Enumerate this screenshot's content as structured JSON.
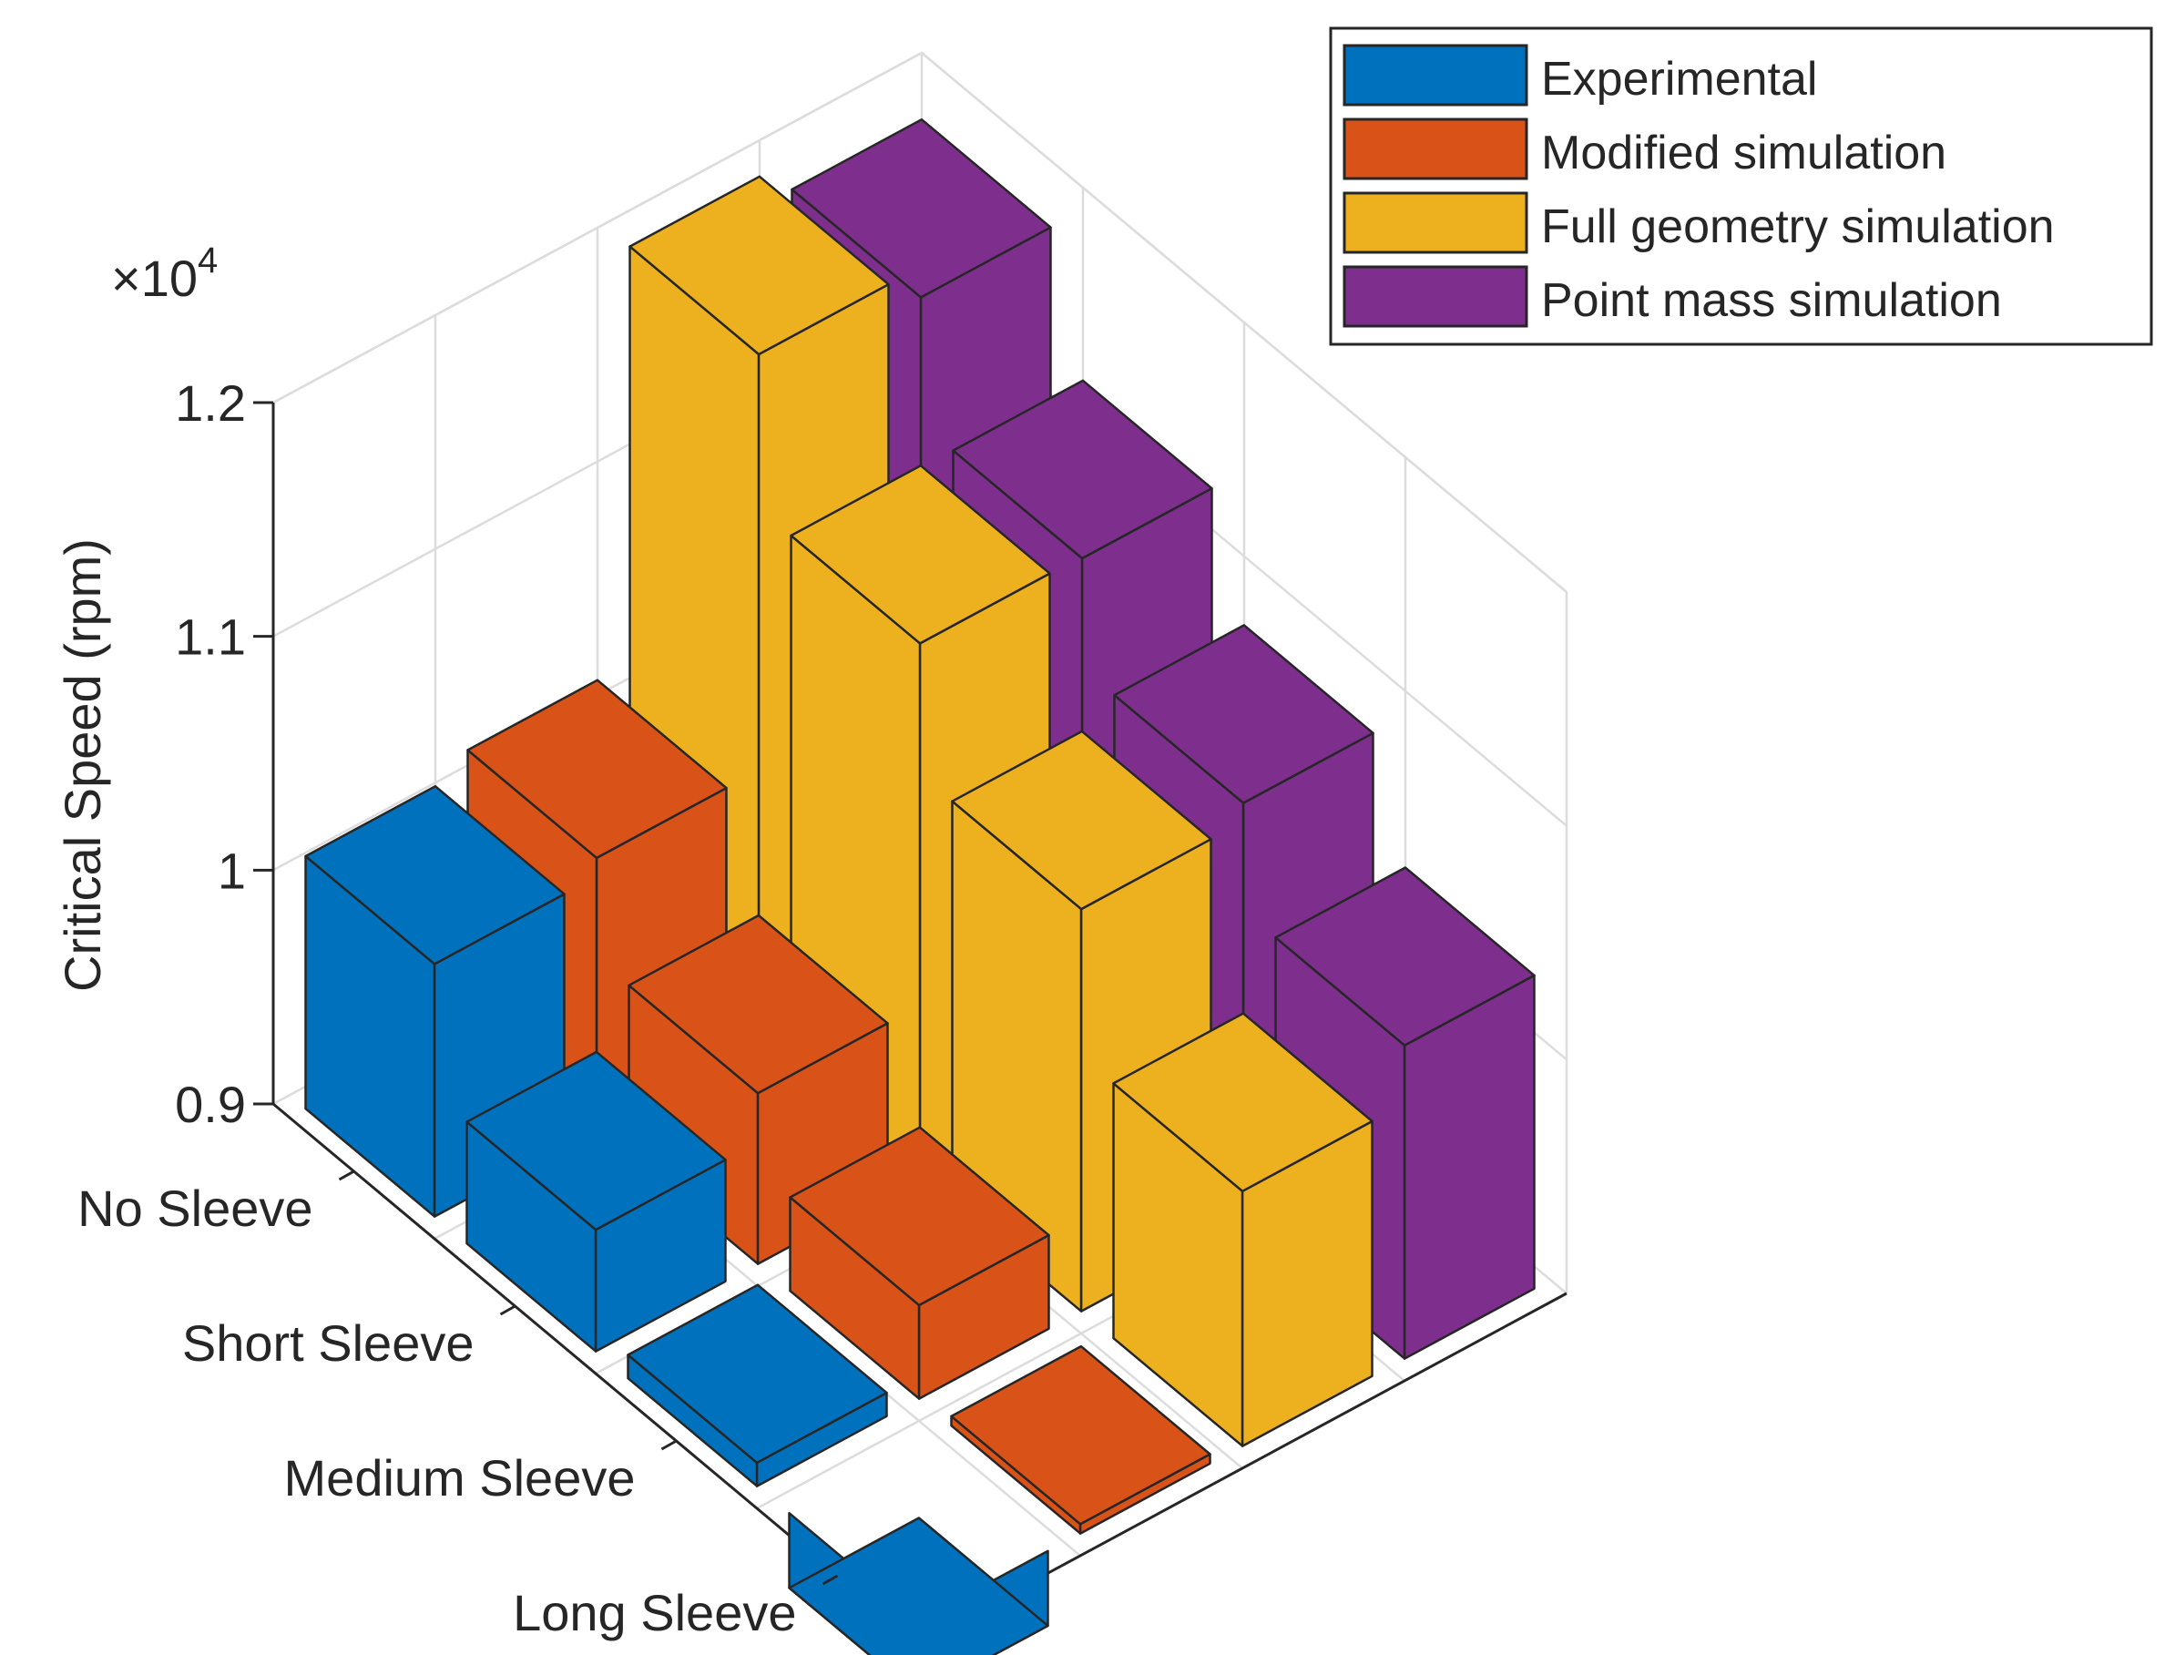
{
  "chart_data": {
    "type": "bar3",
    "ylabel": "Critical Speed (rpm)",
    "exponent_label": "×10",
    "exponent_power": "4",
    "categories": [
      "No Sleeve",
      "Short Sleeve",
      "Medium Sleeve",
      "Long Sleeve"
    ],
    "series": [
      {
        "name": "Experimental",
        "color": "#0072BD",
        "values": [
          10080,
          9520,
          9100,
          8680
        ]
      },
      {
        "name": "Modified simulation",
        "color": "#D95319",
        "values": [
          10160,
          9730,
          9400,
          9040
        ]
      },
      {
        "name": "Full geometry simulation",
        "color": "#EDB120",
        "values": [
          11940,
          11280,
          10720,
          10090
        ]
      },
      {
        "name": "Point mass simulation",
        "color": "#7E2F8E",
        "values": [
          11810,
          11270,
          10800,
          10340
        ]
      }
    ],
    "zlim": [
      9000,
      12000
    ],
    "zticks": [
      9000,
      10000,
      11000,
      12000
    ],
    "ztick_labels": [
      "0.9",
      "1",
      "1.1",
      "1.2"
    ],
    "grid": true,
    "legend": "top-right"
  }
}
